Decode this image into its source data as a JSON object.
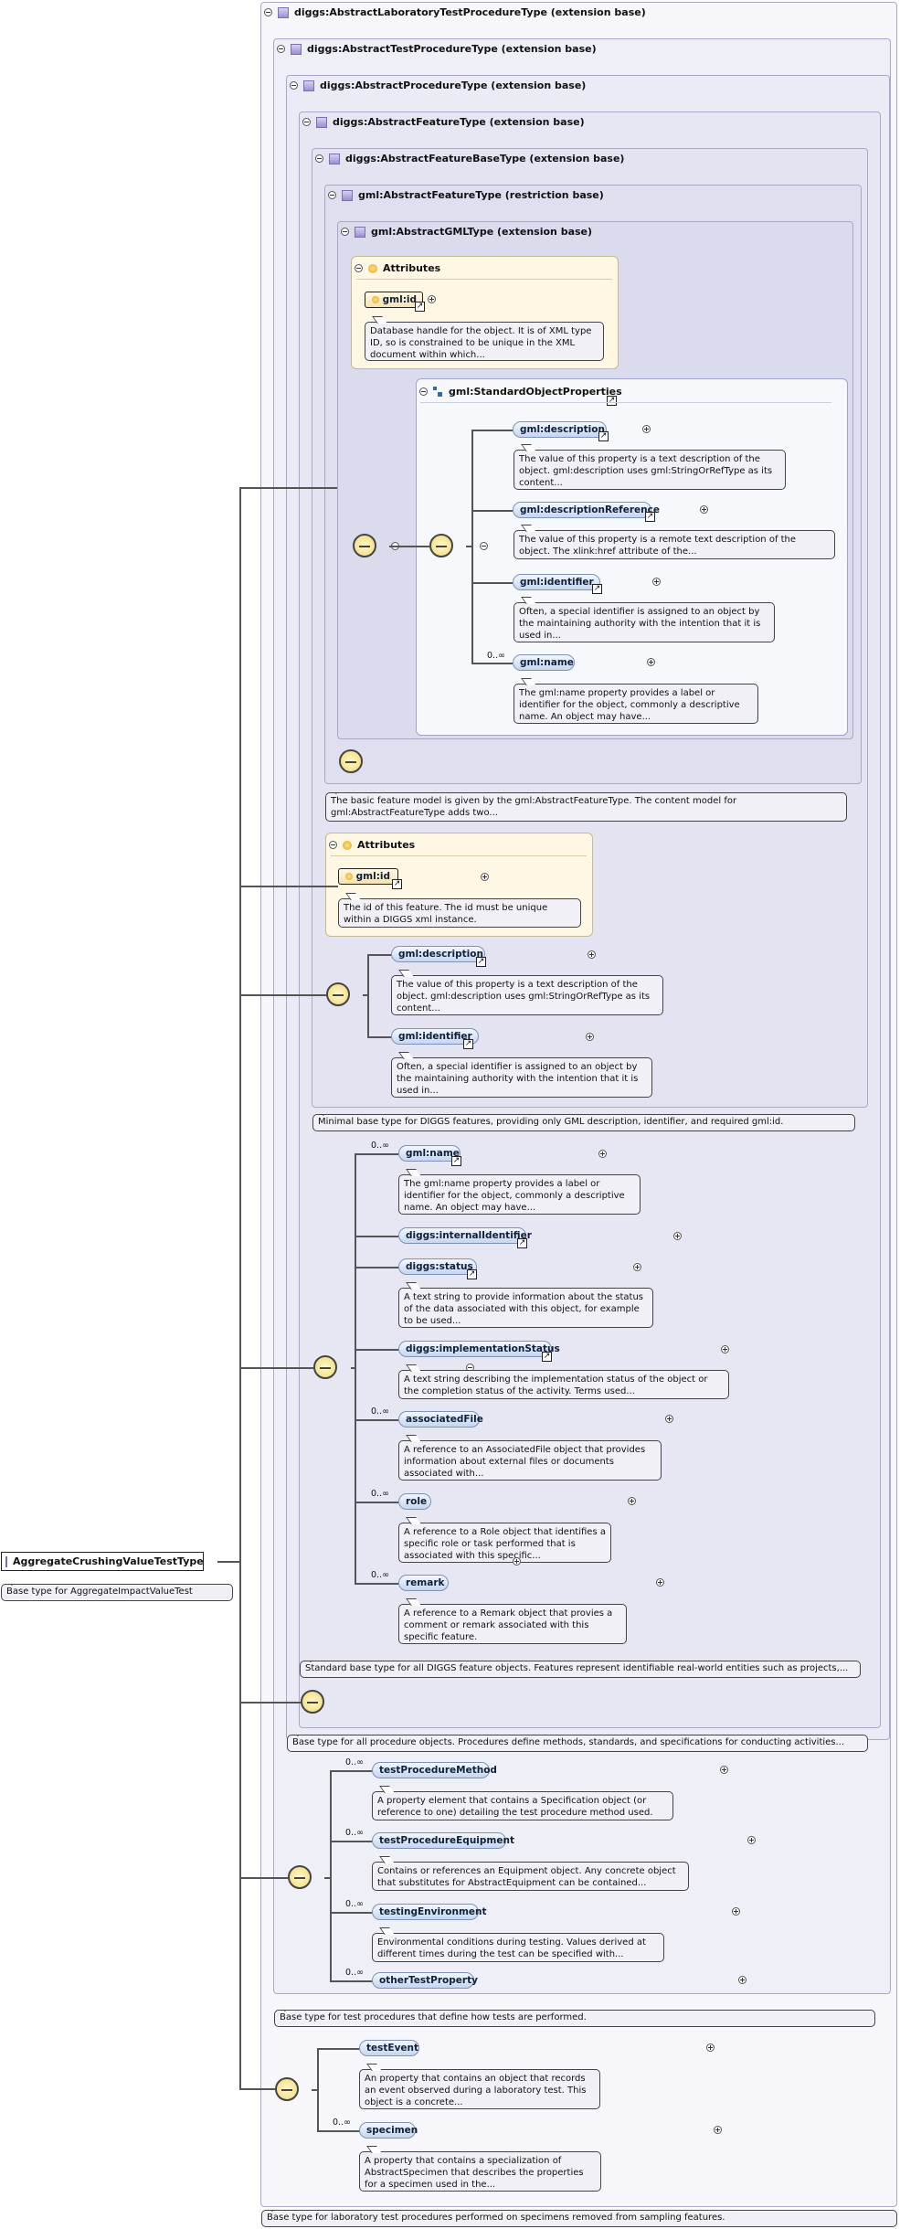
{
  "root": {
    "label": "AggregateCrushingValueTestType",
    "doc": "Base type for AggregateImpactValueTest"
  },
  "types": [
    {
      "label": "diggs:AbstractLaboratoryTestProcedureType (extension base)",
      "doc": "Base type for laboratory test procedures performed on specimens removed from sampling features."
    },
    {
      "label": "diggs:AbstractTestProcedureType (extension base)",
      "doc": "Base type for test procedures that define how tests are performed."
    },
    {
      "label": "diggs:AbstractProcedureType (extension base)",
      "doc": "Base type for all procedure objects. Procedures define methods, standards, and specifications for conducting activities..."
    },
    {
      "label": "diggs:AbstractFeatureType (extension base)",
      "doc": "Standard base type for all DIGGS feature objects. Features represent identifiable real-world entities such as projects,..."
    },
    {
      "label": "diggs:AbstractFeatureBaseType (extension base)",
      "doc": "Minimal base type for DIGGS features, providing only GML description, identifier, and required gml:id."
    },
    {
      "label": "gml:AbstractFeatureType (restriction base)",
      "doc": "The basic feature model is given by the gml:AbstractFeatureType. The content model for gml:AbstractFeatureType adds two..."
    },
    {
      "label": "gml:AbstractGMLType (extension base)"
    }
  ],
  "gml_attrs": {
    "title": "Attributes",
    "attr": "gml:id",
    "doc": "Database handle for the object. It is of XML type ID, so is constrained to be unique in the XML document within which..."
  },
  "std_props": {
    "title": "gml:StandardObjectProperties",
    "items": [
      {
        "name": "gml:description",
        "doc": "The value of this property is a text description of the object. gml:description uses gml:StringOrRefType as its content..."
      },
      {
        "name": "gml:descriptionReference",
        "doc": "The value of this property is a remote text description of the object. The xlink:href attribute of the..."
      },
      {
        "name": "gml:identifier",
        "doc": "Often, a special identifier is assigned to an object by the maintaining authority with the intention that it is used in..."
      },
      {
        "name": "gml:name",
        "mult": "0..∞",
        "doc": "The gml:name property provides a label or identifier for the object, commonly a descriptive name. An object may have..."
      }
    ]
  },
  "feat_base_attrs": {
    "title": "Attributes",
    "attr": "gml:id",
    "doc": "The id of this feature. The id must be unique within a DIGGS xml instance."
  },
  "feat_base_seq": [
    {
      "name": "gml:description",
      "doc": "The value of this property is a text description of the object. gml:description uses gml:StringOrRefType as its content..."
    },
    {
      "name": "gml:identifier",
      "doc": "Often, a special identifier is assigned to an object by the maintaining authority with the intention that it is used in..."
    }
  ],
  "feature_seq": [
    {
      "name": "gml:name",
      "mult": "0..∞",
      "doc": "The gml:name property provides a label or identifier for the object, commonly a descriptive name. An object may have..."
    },
    {
      "name": "diggs:internalIdentifier"
    },
    {
      "name": "diggs:status",
      "doc": "A text string to provide information about the status of the data associated with this object, for example to be used..."
    },
    {
      "name": "diggs:implementationStatus",
      "doc": "A text string describing the implementation status of the object or the completion status of the activity. Terms used..."
    },
    {
      "name": "associatedFile",
      "mult": "0..∞",
      "doc": "A reference to an AssociatedFile object that provides information about external files or documents associated with..."
    },
    {
      "name": "role",
      "mult": "0..∞",
      "doc": "A reference to a Role object that identifies a specific role or task performed that is associated with this specific..."
    },
    {
      "name": "remark",
      "mult": "0..∞",
      "doc": "A reference to a Remark object that provies a comment or remark associated with this specific feature."
    }
  ],
  "test_seq": [
    {
      "name": "testProcedureMethod",
      "mult": "0..∞",
      "doc": "A property element that contains a Specification object (or reference to one) detailing the test procedure method used."
    },
    {
      "name": "testProcedureEquipment",
      "mult": "0..∞",
      "doc": "Contains or references an Equipment object. Any concrete object that substitutes for AbstractEquipment can be contained..."
    },
    {
      "name": "testingEnvironment",
      "mult": "0..∞",
      "doc": "Environmental conditions during testing. Values derived at different times during the test can be specified with..."
    },
    {
      "name": "otherTestProperty",
      "mult": "0..∞"
    }
  ],
  "lab_seq": [
    {
      "name": "testEvent",
      "doc": "An property that contains an object that records an event observed during a laboratory test. This object is a concrete..."
    },
    {
      "name": "specimen",
      "mult": "0..∞",
      "doc": "A property that contains a specialization of AbstractSpecimen that describes the properties for a specimen used in the..."
    }
  ]
}
